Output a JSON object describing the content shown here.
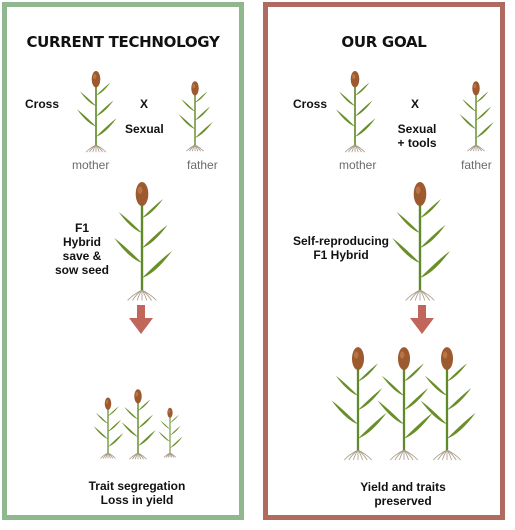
{
  "left": {
    "title": "CURRENT TECHNOLOGY",
    "cross": "Cross",
    "x": "X",
    "method": "Sexual",
    "mother": "mother",
    "father": "father",
    "f1_lines": [
      "F1",
      "Hybrid",
      "save &",
      "sow seed"
    ],
    "result_lines": [
      "Trait segregation",
      "Loss in yield"
    ]
  },
  "right": {
    "title": "OUR GOAL",
    "cross": "Cross",
    "x": "X",
    "method_lines": [
      "Sexual",
      "+ tools"
    ],
    "mother": "mother",
    "father": "father",
    "f1_lines": [
      "Self-reproducing",
      "F1 Hybrid"
    ],
    "result_lines": [
      "Yield and traits",
      "preserved"
    ]
  },
  "colors": {
    "left_border": "#8fb88f",
    "right_border": "#b06a5f",
    "arrow": "#c0665a",
    "leaf": "#6a8f2a",
    "panicle": "#9c5a2e"
  }
}
